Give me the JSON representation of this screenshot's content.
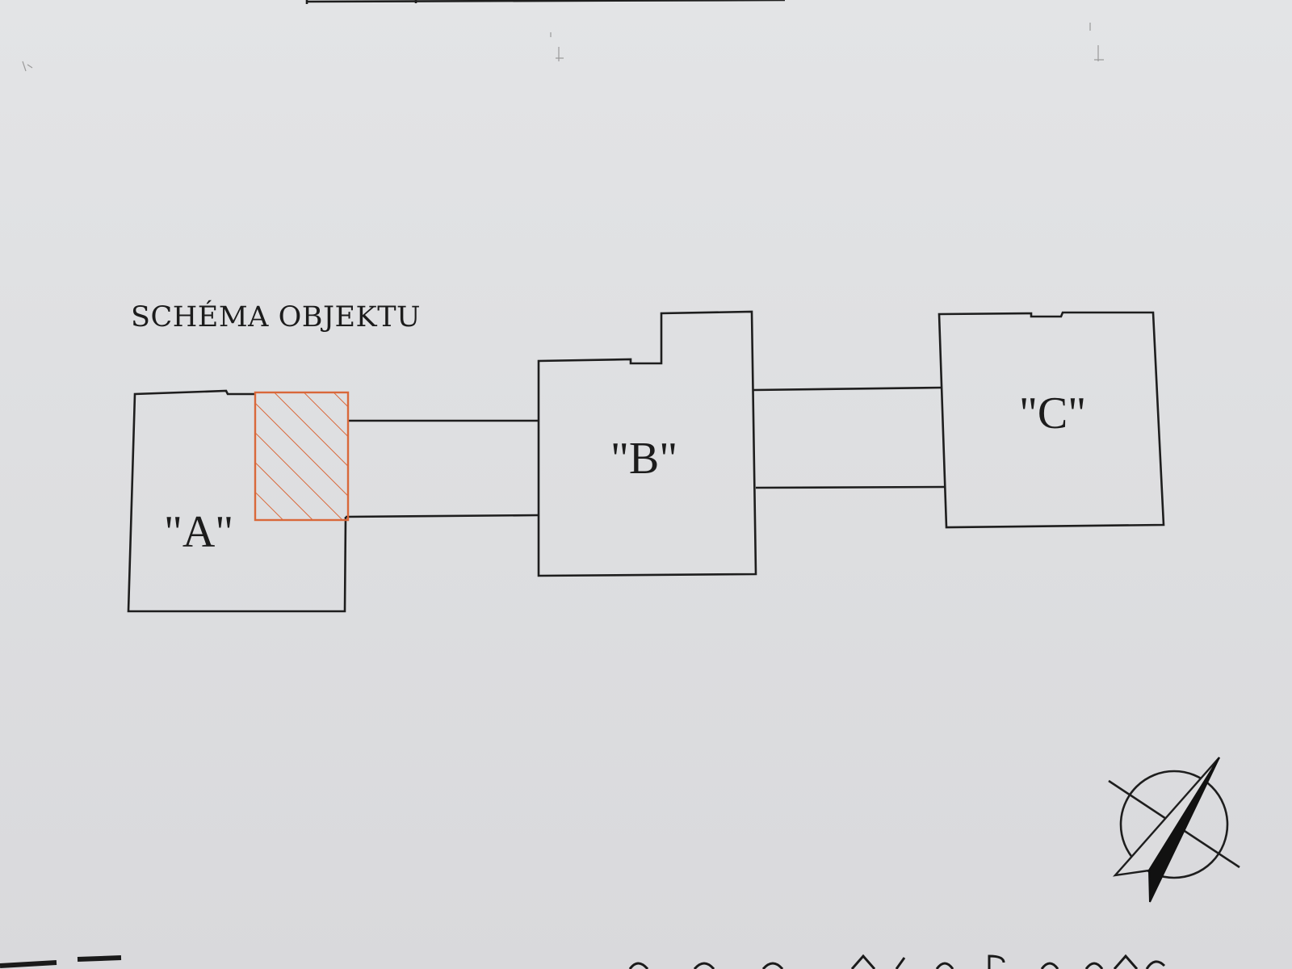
{
  "schema": {
    "title": "SCHÉMA  OBJEKTU",
    "buildings": [
      {
        "id": "A",
        "label": "\"A\""
      },
      {
        "id": "B",
        "label": "\"B\""
      },
      {
        "id": "C",
        "label": "\"C\""
      }
    ],
    "highlight_color": "#d9683a",
    "line_color": "#1e1e1e"
  },
  "icons": {
    "north_arrow": "north-arrow-icon"
  },
  "bottom_text": "..."
}
